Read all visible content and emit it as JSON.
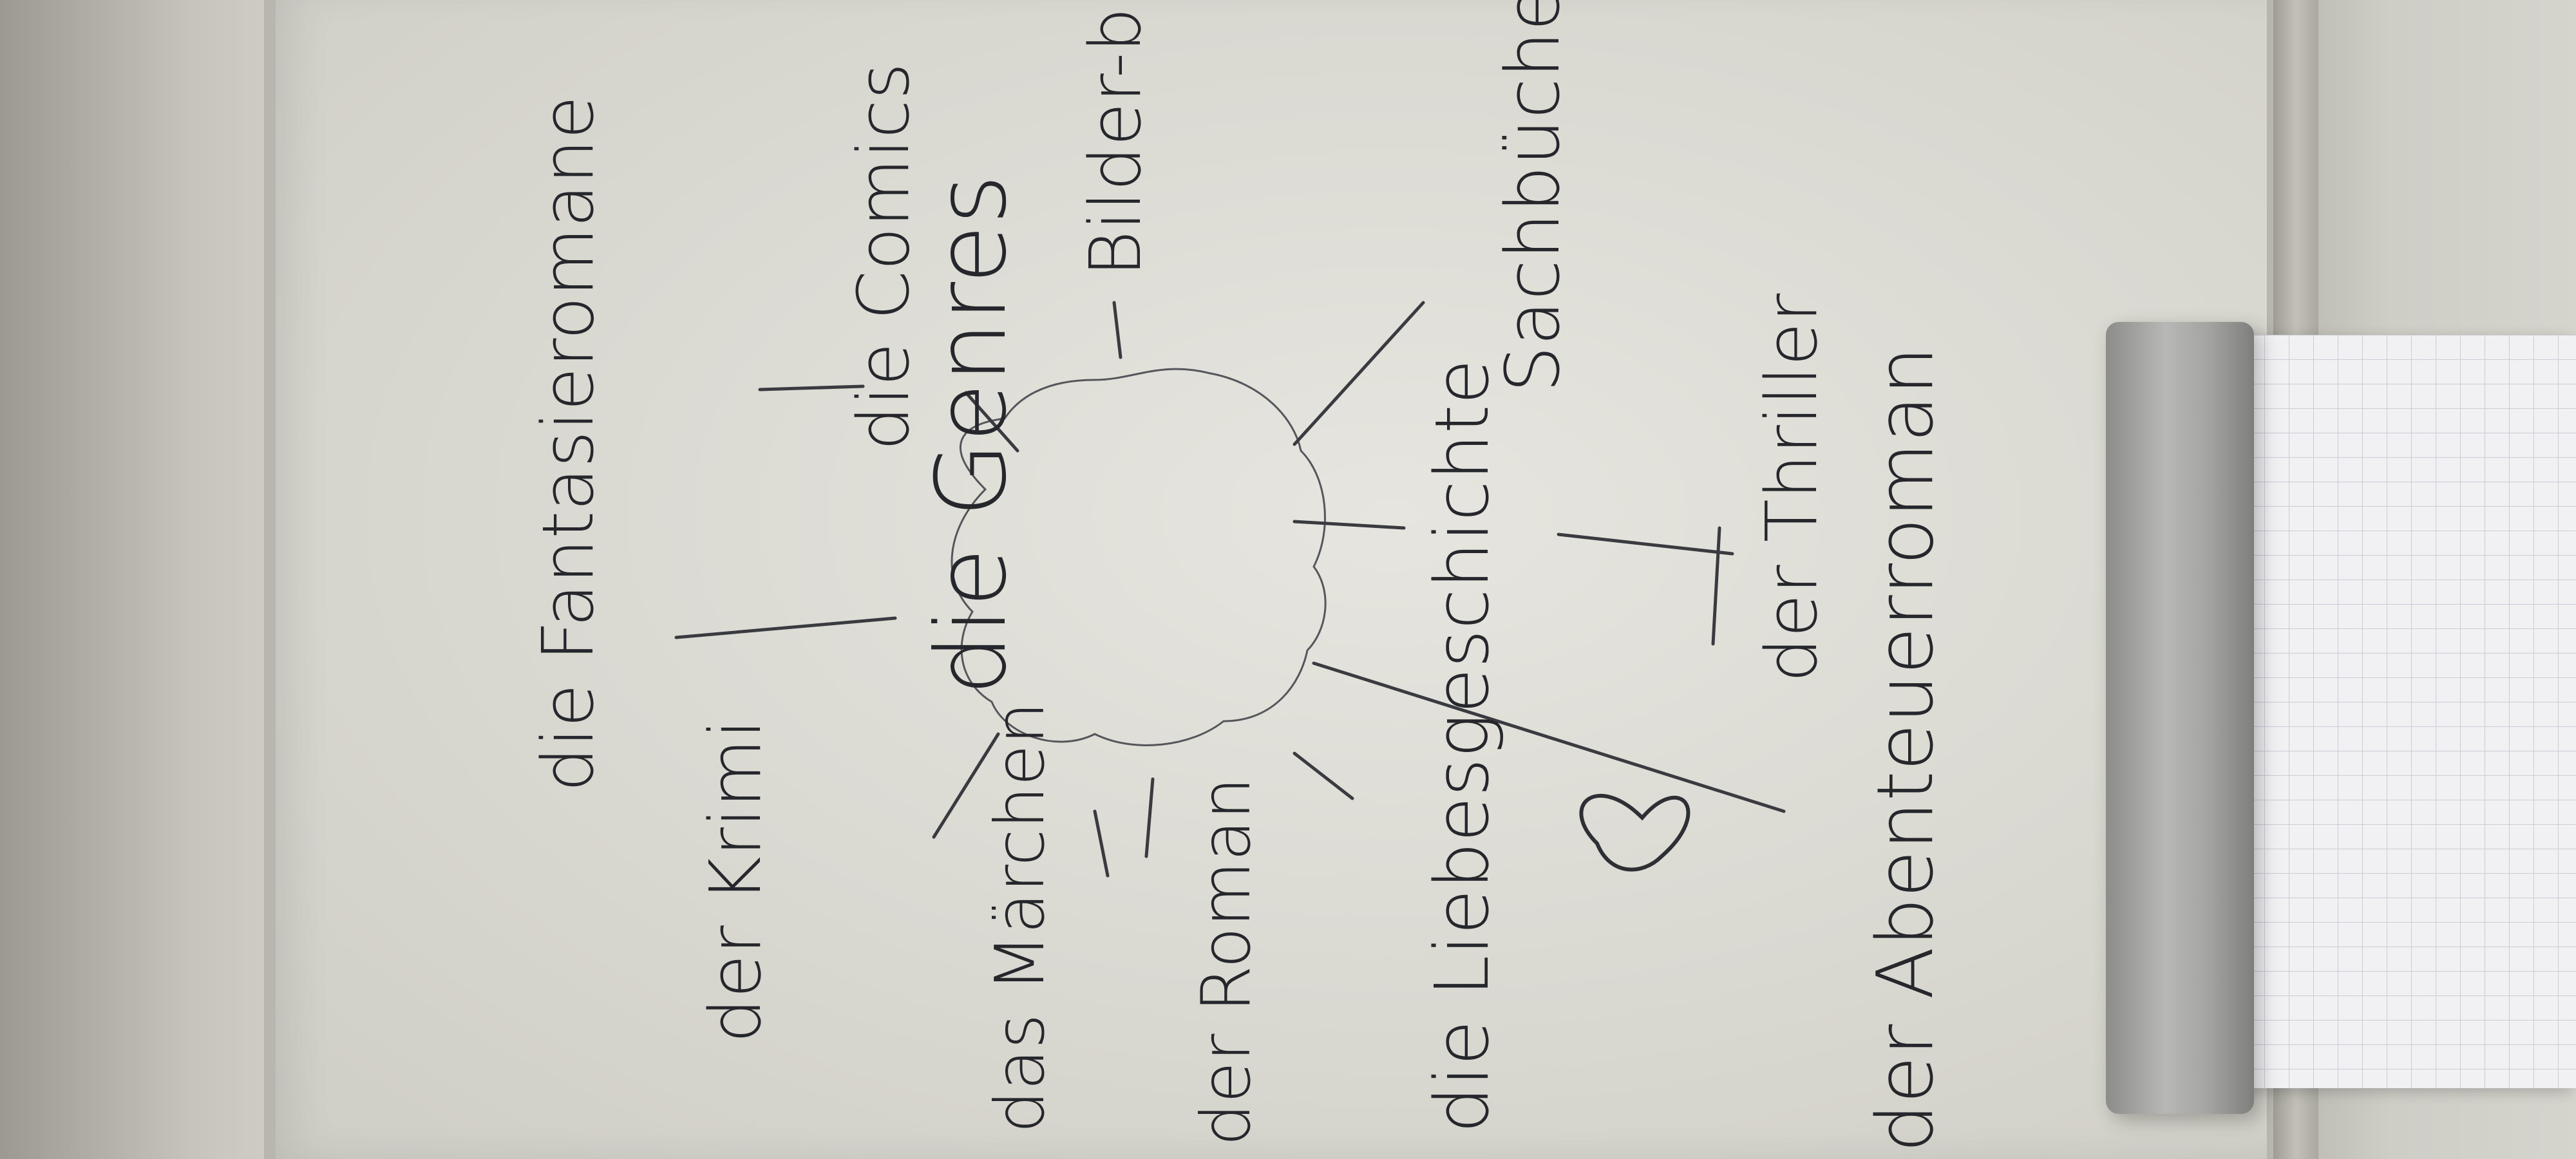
{
  "whiteboard": {
    "center": "die Genres",
    "words": {
      "fantasy": "die Fantasieromane",
      "crime": "der Krimi",
      "comics": "die Comics",
      "picture_books": "Bilder-bücher",
      "nonfiction": "Sachbücher",
      "fairy_tale": "das Märchen",
      "novel": "der Roman",
      "love_story": "die Liebesgeschichte",
      "thriller": "der Thriller",
      "adventure": "der Abenteuerroman"
    }
  }
}
